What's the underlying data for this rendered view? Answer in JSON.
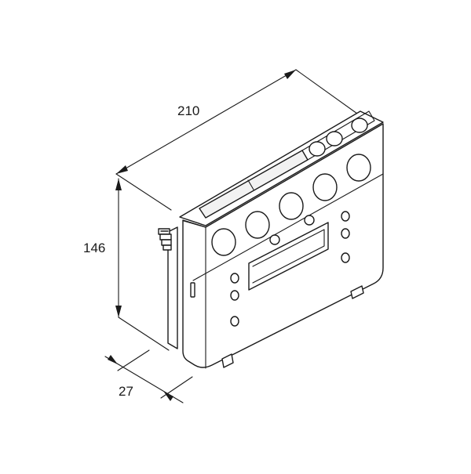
{
  "dimensions": {
    "width": "210",
    "height": "146",
    "depth": "27"
  }
}
